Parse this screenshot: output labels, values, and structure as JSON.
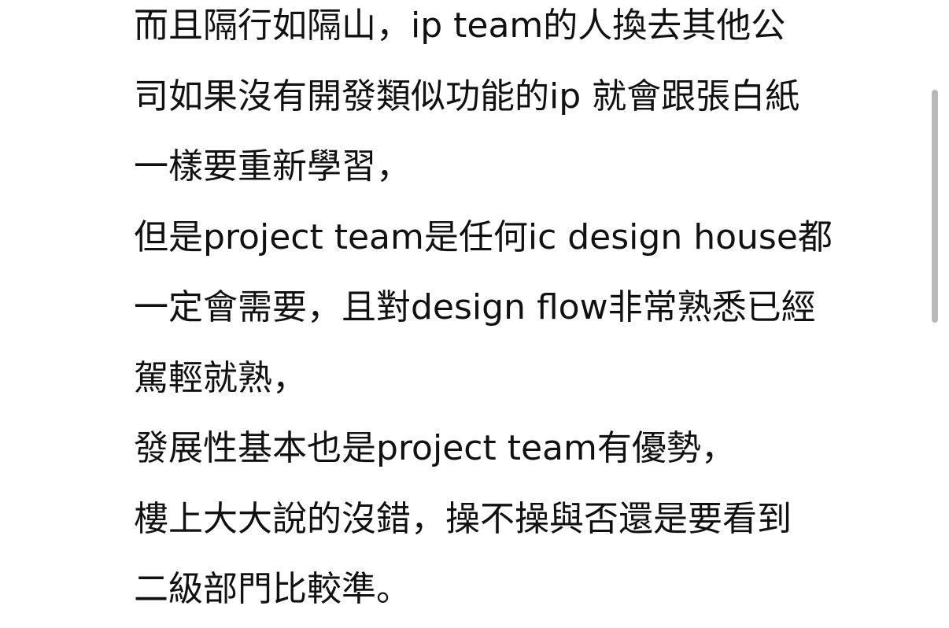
{
  "post": {
    "lines": [
      "而且隔行如隔山，ip team的人換去其他公",
      "司如果沒有開發類似功能的ip 就會跟張白紙",
      "一樣要重新學習，",
      "但是project team是任何ic design house都",
      "一定會需要，且對design flow非常熟悉已經",
      "駕輕就熟，",
      "發展性基本也是project team有優勢，",
      "樓上大大說的沒錯，操不操與否還是要看到",
      "二級部門比較準。"
    ]
  }
}
